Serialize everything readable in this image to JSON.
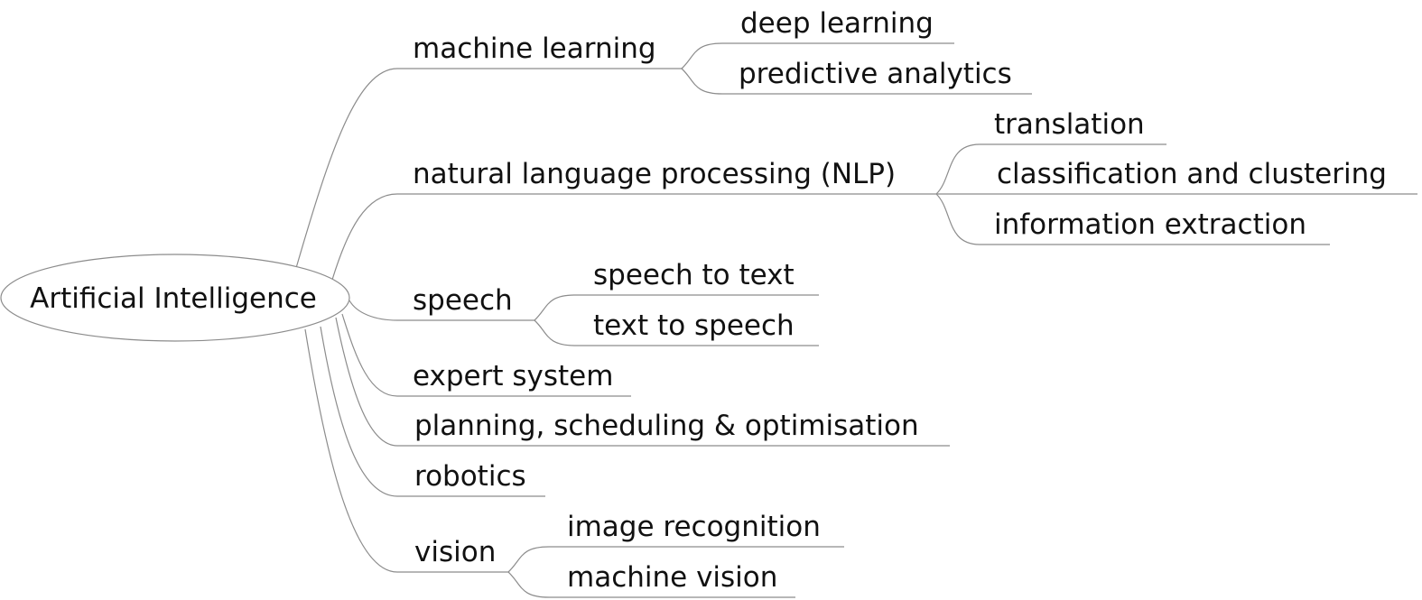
{
  "root": {
    "label": "Artificial Intelligence"
  },
  "branches": [
    {
      "label": "machine learning",
      "children": [
        {
          "label": "deep learning"
        },
        {
          "label": "predictive analytics"
        }
      ]
    },
    {
      "label": "natural language processing (NLP)",
      "children": [
        {
          "label": "translation"
        },
        {
          "label": "classification and clustering"
        },
        {
          "label": "information extraction"
        }
      ]
    },
    {
      "label": "speech",
      "children": [
        {
          "label": "speech to text"
        },
        {
          "label": "text to speech"
        }
      ]
    },
    {
      "label": "expert system",
      "children": []
    },
    {
      "label": "planning, scheduling & optimisation",
      "children": []
    },
    {
      "label": "robotics",
      "children": []
    },
    {
      "label": "vision",
      "children": [
        {
          "label": "image recognition"
        },
        {
          "label": "machine vision"
        }
      ]
    }
  ]
}
